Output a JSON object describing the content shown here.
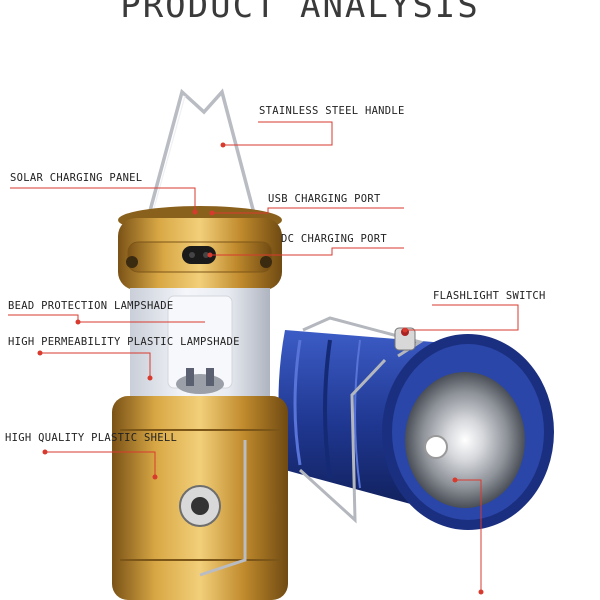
{
  "title": "PRODUCT ANALYSIS",
  "labels": {
    "handle": "STAINLESS STEEL HANDLE",
    "solar": "SOLAR CHARGING PANEL",
    "usb": "USB CHARGING PORT",
    "dc": "DC CHARGING PORT",
    "bead": "BEAD PROTECTION LAMPSHADE",
    "plastic_lampshade": "HIGH PERMEABILITY PLASTIC LAMPSHADE",
    "shell": "HIGH QUALITY PLASTIC SHELL",
    "switch": "FLASHLIGHT SWITCH"
  },
  "colors": {
    "leader": "#d83a2e",
    "gold": "#c9952e",
    "blue": "#233e9a"
  }
}
